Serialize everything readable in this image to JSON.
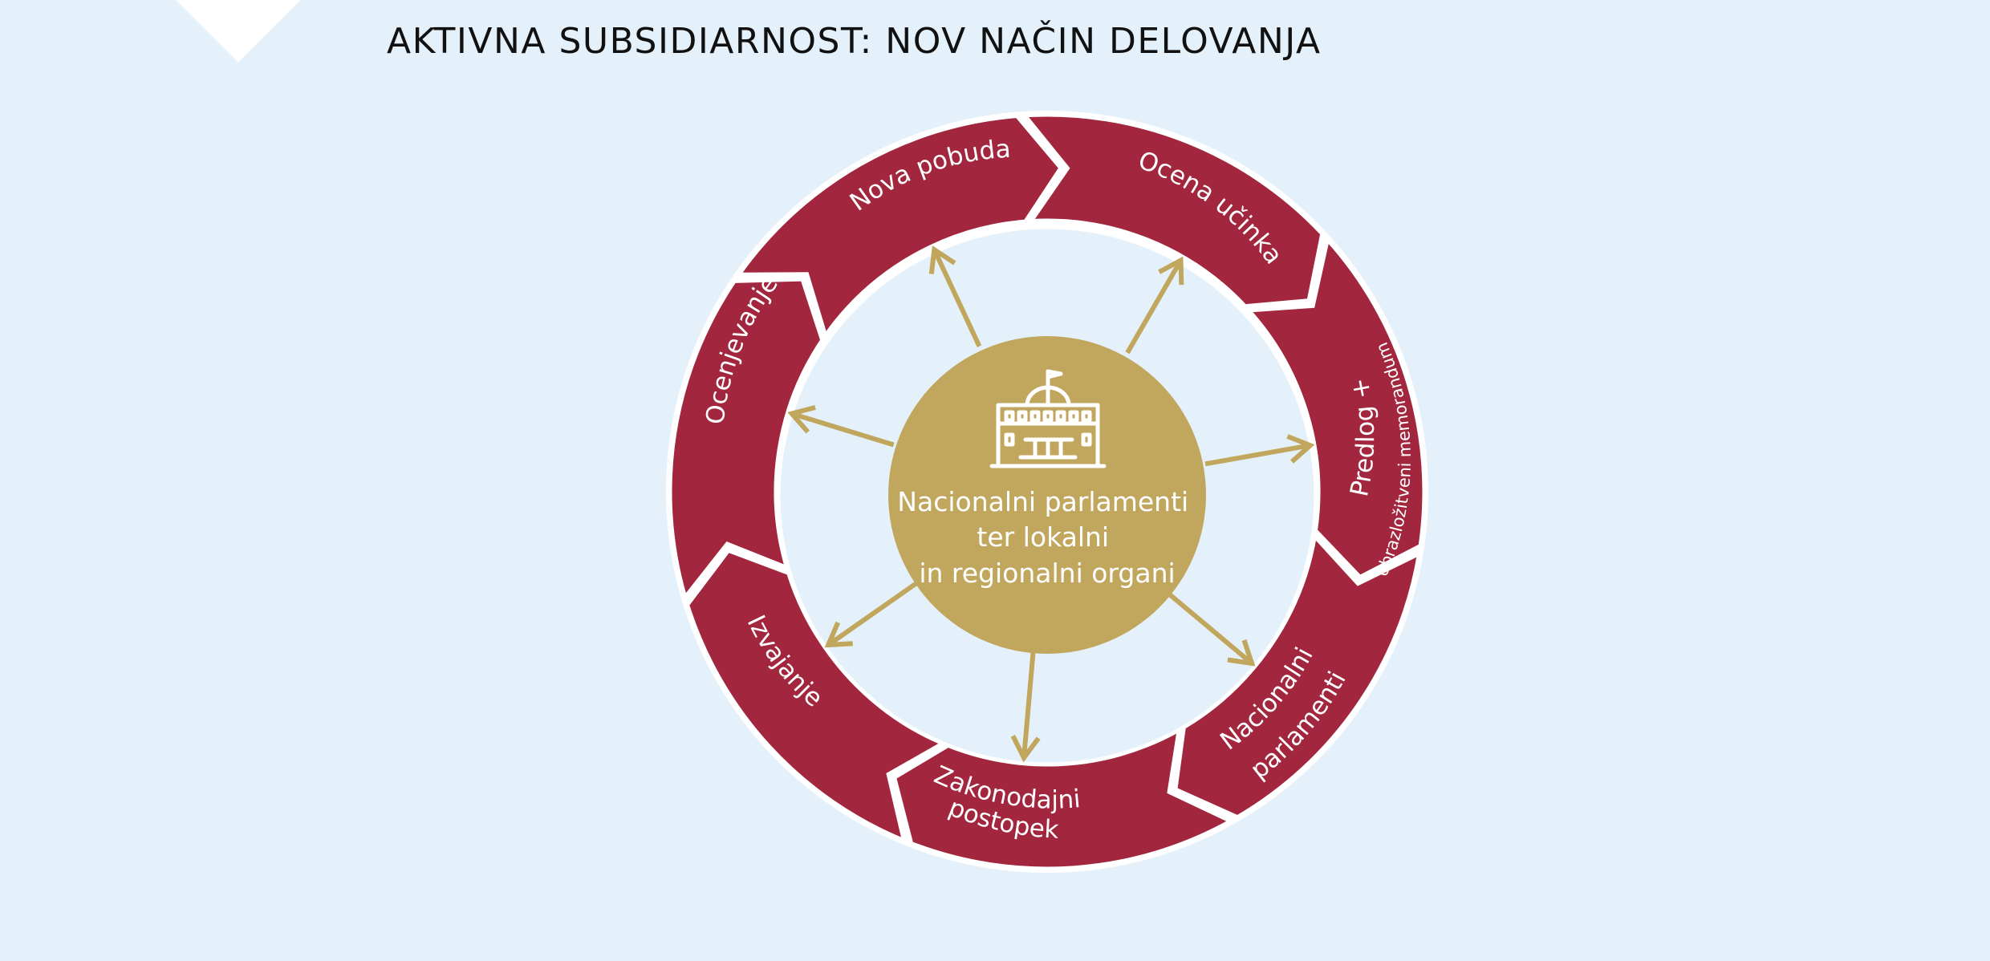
{
  "title": "AKTIVNA SUBSIDIARNOST: NOV NAČIN DELOVANJA",
  "colors": {
    "background": "#e5f1fa",
    "ring": "#a2263e",
    "center": "#c1a65d",
    "arrow": "#c1a65d",
    "outline": "#ffffff"
  },
  "center": {
    "icon": "parliament-building-icon",
    "lines": [
      "Nacionalni parlamenti",
      "ter lokalni",
      "in regionalni organi"
    ]
  },
  "segments": [
    {
      "label": "Nova pobuda"
    },
    {
      "label": "Ocena učinka"
    },
    {
      "label": "Predlog +",
      "sublabel": "obrazložitveni memorandum"
    },
    {
      "label": "Nacionalni",
      "label2": "parlamenti"
    },
    {
      "label": "Zakonodajni",
      "label2": "postopek"
    },
    {
      "label": "Izvajanje"
    },
    {
      "label": "Ocenjevanje"
    }
  ]
}
